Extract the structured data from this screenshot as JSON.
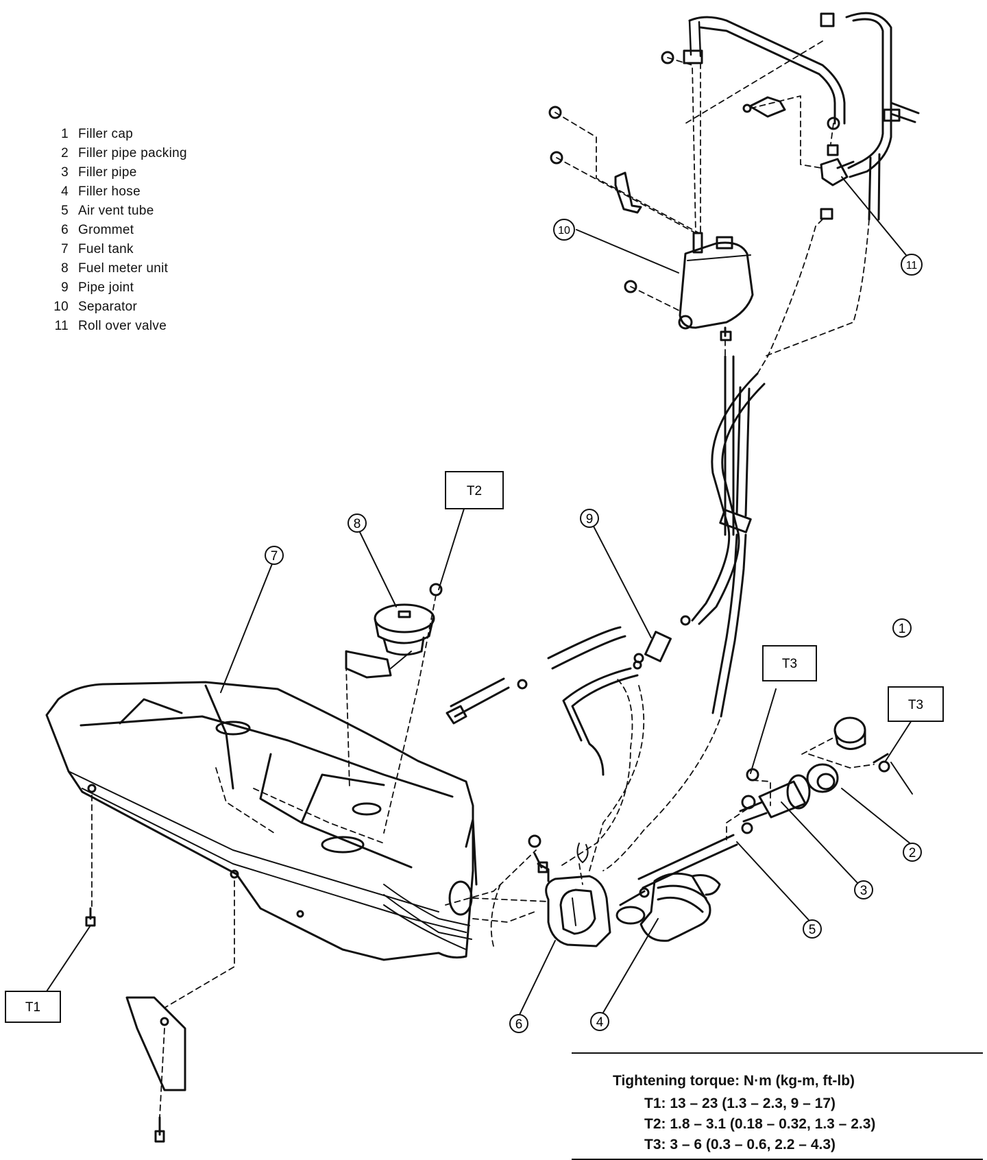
{
  "legend": [
    {
      "num": "1",
      "label": "Filler cap"
    },
    {
      "num": "2",
      "label": "Filler pipe packing"
    },
    {
      "num": "3",
      "label": "Filler pipe"
    },
    {
      "num": "4",
      "label": "Filler hose"
    },
    {
      "num": "5",
      "label": "Air vent tube"
    },
    {
      "num": "6",
      "label": "Grommet"
    },
    {
      "num": "7",
      "label": "Fuel tank"
    },
    {
      "num": "8",
      "label": "Fuel meter unit"
    },
    {
      "num": "9",
      "label": "Pipe joint"
    },
    {
      "num": "10",
      "label": "Separator"
    },
    {
      "num": "11",
      "label": "Roll over valve"
    }
  ],
  "callouts": [
    "1",
    "2",
    "3",
    "4",
    "5",
    "6",
    "7",
    "8",
    "9",
    "10",
    "11"
  ],
  "torque_boxes": {
    "t1": "T1",
    "t2": "T2",
    "t3a": "T3",
    "t3b": "T3"
  },
  "torque_spec": {
    "title": "Tightening torque:  N·m (kg-m, ft-lb)",
    "rows": [
      "T1:  13 – 23 (1.3 – 2.3, 9 – 17)",
      "T2:  1.8 – 3.1 (0.18 – 0.32, 1.3 – 2.3)",
      "T3:  3 – 6 (0.3 – 0.6, 2.2 – 4.3)"
    ]
  }
}
